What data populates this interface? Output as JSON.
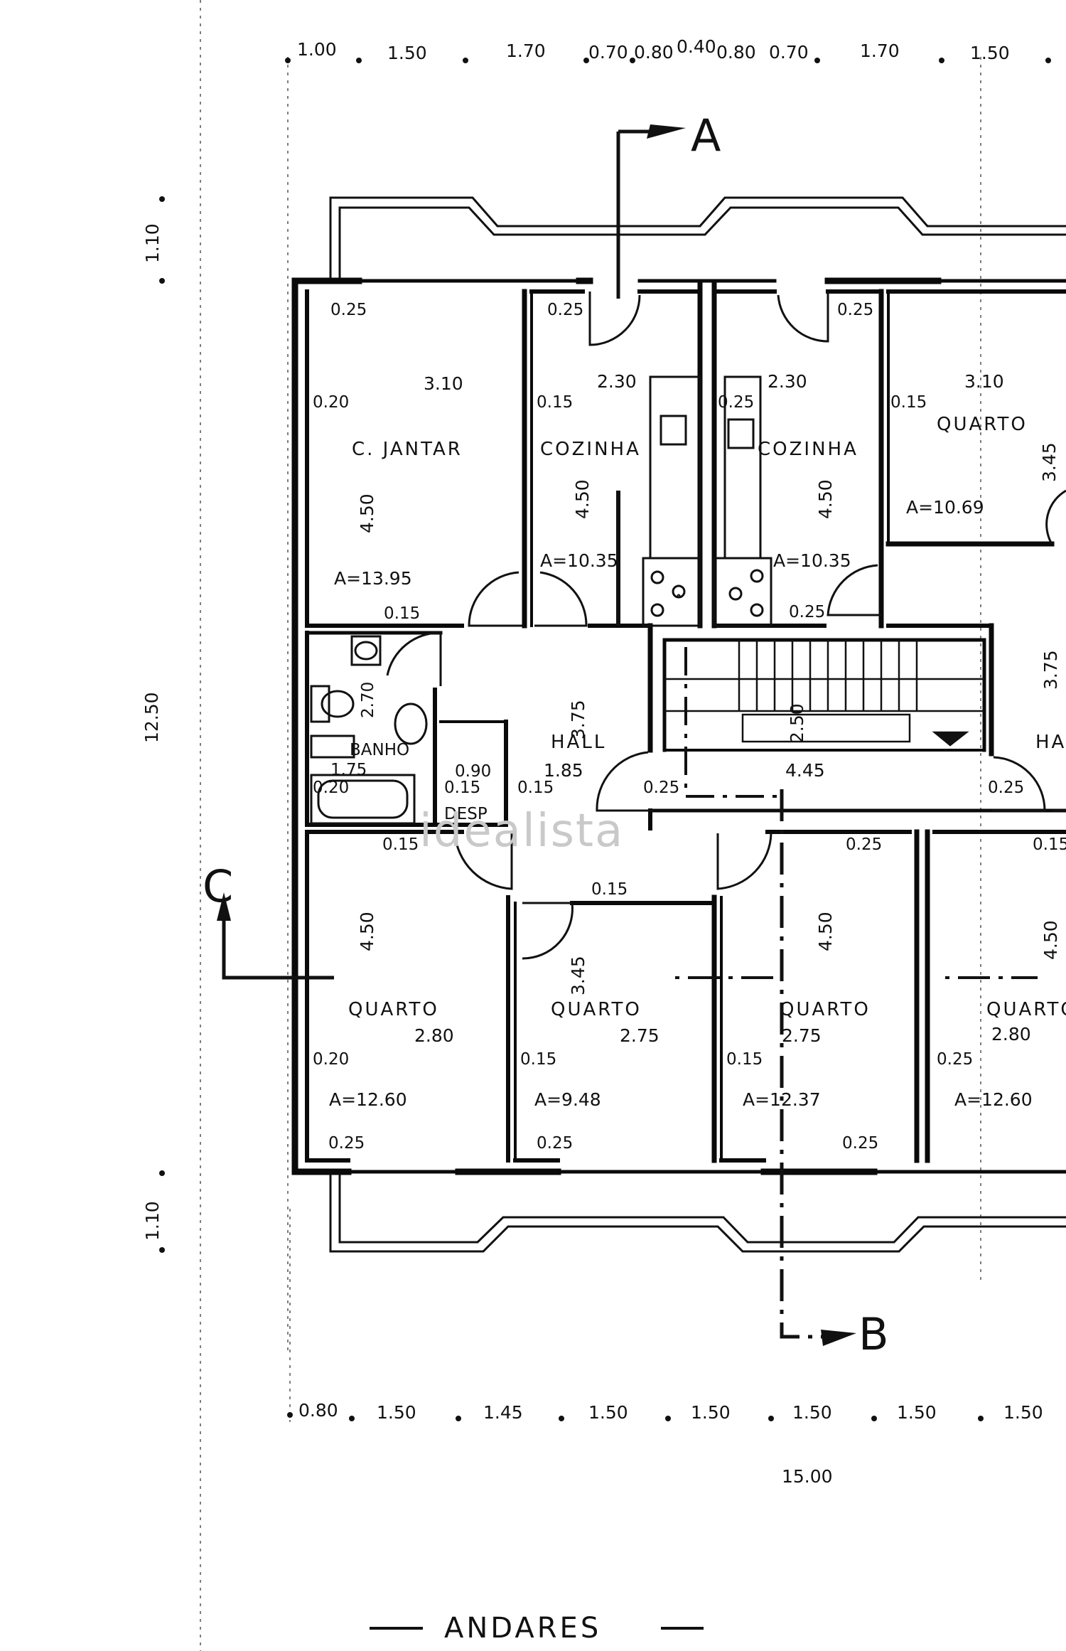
{
  "watermark": "idealista",
  "title": "ANDARES",
  "section_marks": {
    "a": "A",
    "b": "B",
    "c": "C"
  },
  "dims": {
    "top": [
      "1.00",
      "1.50",
      "1.70",
      "0.70",
      "0.80",
      "0.40",
      "0.80",
      "0.70",
      "1.70",
      "1.50"
    ],
    "bottom": [
      "0.80",
      "1.50",
      "1.45",
      "1.50",
      "1.50",
      "1.50",
      "1.50",
      "1.50"
    ],
    "total_width": "15.00",
    "left": [
      "1.10",
      "12.50",
      "1.10"
    ]
  },
  "rooms": {
    "jantar": {
      "name": "C. JANTAR",
      "width": "3.10",
      "depth": "4.50",
      "area": "A=13.95",
      "w1": "0.25",
      "w2": "0.20",
      "w3": "0.15"
    },
    "cozinha_l": {
      "name": "COZINHA",
      "width": "2.30",
      "depth": "4.50",
      "area": "A=10.35",
      "w1": "0.25",
      "w2": "0.15"
    },
    "cozinha_r": {
      "name": "COZINHA",
      "width": "2.30",
      "depth": "4.50",
      "area": "A=10.35",
      "w1": "0.25",
      "w2": "0.25",
      "w3": "0.25"
    },
    "quarto_ne": {
      "name": "QUARTO",
      "width": "3.10",
      "depth": "3.45",
      "area": "A=10.69",
      "w1": "0.15"
    },
    "banho": {
      "name": "BANHO",
      "depth": "2.70",
      "width": "1.75",
      "w1": "0.20",
      "w2": "0.90",
      "w3": "0.15"
    },
    "desp": {
      "name": "DESP"
    },
    "hall": {
      "name": "HALL",
      "depth": "3.75",
      "width": "1.85",
      "w1": "0.15"
    },
    "hall_r": {
      "name": "HA",
      "depth": "3.75"
    },
    "stair": {
      "depth": "2.50",
      "width": "4.45",
      "w1": "0.25",
      "w2": "0.25",
      "w3": "0.25"
    },
    "q1": {
      "name": "QUARTO",
      "width": "2.80",
      "depth": "4.50",
      "area": "A=12.60",
      "w1": "0.15",
      "w2": "0.20",
      "w3": "0.25"
    },
    "q2": {
      "name": "QUARTO",
      "width": "2.75",
      "depth": "3.45",
      "area": "A=9.48",
      "w1": "0.15",
      "w2": "0.15",
      "w3": "0.25"
    },
    "q3": {
      "name": "QUARTO",
      "width": "2.75",
      "depth": "4.50",
      "area": "A=12.37",
      "w1": "0.15",
      "w2": "0.25"
    },
    "q4": {
      "name": "QUARTO",
      "width": "2.80",
      "depth": "4.50",
      "area": "A=12.60",
      "w1": "0.15",
      "w2": "0.25"
    }
  }
}
